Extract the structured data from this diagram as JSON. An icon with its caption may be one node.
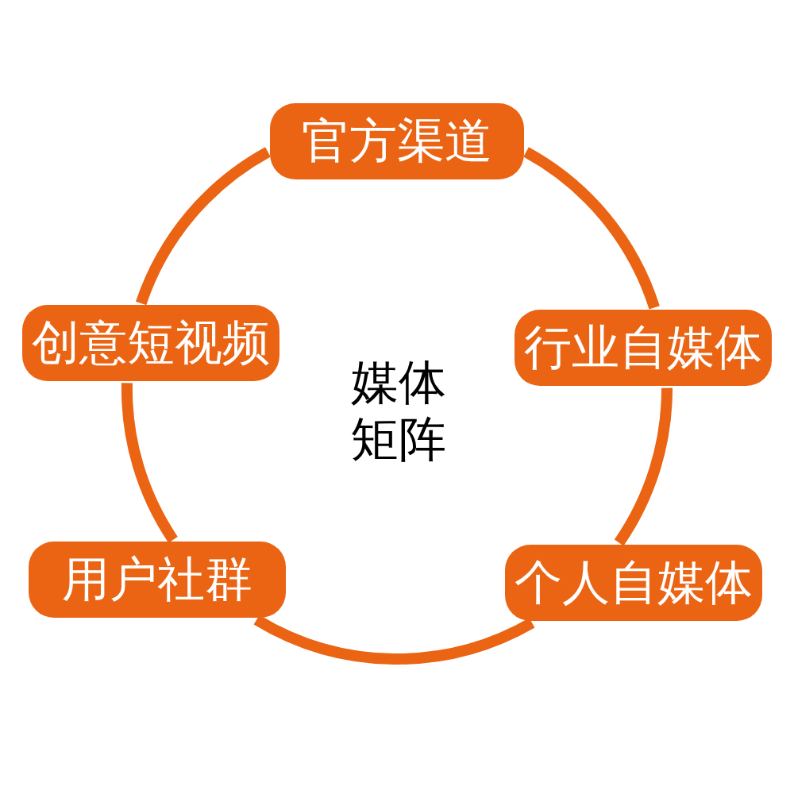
{
  "diagram": {
    "nodes": [
      {
        "text": [
          "官方渠道"
        ]
      },
      {
        "text": [
          "创意短视频"
        ]
      },
      {
        "text": [
          "行业自媒体"
        ]
      },
      {
        "text": [
          "用户社群"
        ]
      },
      {
        "text": [
          "个人自媒体"
        ]
      }
    ],
    "edges": [
      {
        "from": 0,
        "to": 2,
        "arrow": "none"
      },
      {
        "from": 2,
        "to": 4,
        "arrow": "none"
      },
      {
        "from": 4,
        "to": 3,
        "arrow": "none"
      },
      {
        "from": 3,
        "to": 1,
        "arrow": "none"
      },
      {
        "from": 1,
        "to": 0,
        "arrow": "none"
      }
    ],
    "labels": [
      "媒体矩阵"
    ]
  }
}
